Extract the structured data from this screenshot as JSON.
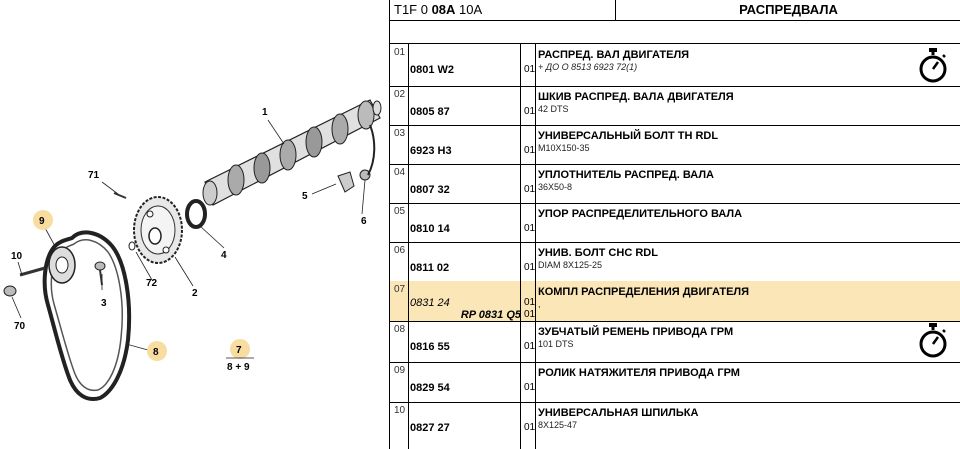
{
  "header": {
    "code_pre": "T1F 0 ",
    "code_bold": "08A",
    "code_post": " 10A",
    "title": "РАСПРЕДВАЛА"
  },
  "rows": [
    {
      "idx": "01",
      "ref": "0801 W2",
      "qty": "01",
      "name": "РАСПРЕД. ВАЛ ДВИГАТЕЛЯ",
      "desc": "+ ДО О 8513 6923 72(1)",
      "icon": "stopwatch-icon"
    },
    {
      "idx": "02",
      "ref": "0805 87",
      "qty": "01",
      "name": "ШКИВ РАСПРЕД. ВАЛА ДВИГАТЕЛЯ",
      "desc": "42 DTS"
    },
    {
      "idx": "03",
      "ref": "6923 H3",
      "qty": "01",
      "name": "УНИВЕРСАЛЬНЫЙ БОЛТ ТН RDL",
      "desc": "M10X150-35"
    },
    {
      "idx": "04",
      "ref": "0807 32",
      "qty": "01",
      "name": "УПЛОТНИТЕЛЬ РАСПРЕД. ВАЛА",
      "desc": "36X50-8"
    },
    {
      "idx": "05",
      "ref": "0810 14",
      "qty": "01",
      "name": "УПОР РАСПРЕДЕЛИТЕЛЬНОГО ВАЛА",
      "desc": ""
    },
    {
      "idx": "06",
      "ref": "0811 02",
      "qty": "01",
      "name": "УНИВ. БОЛТ СНС RDL",
      "desc": "DIAM 8X125-25"
    },
    {
      "idx": "07",
      "ref": "0831 24",
      "ref2": "RP 0831 Q5",
      "qty": "01",
      "qty2": "01",
      "name": "КОМПЛ РАСПРЕДЕЛЕНИЯ ДВИГАТЕЛЯ",
      "desc": ",",
      "highlight": true
    },
    {
      "idx": "08",
      "ref": "0816 55",
      "qty": "01",
      "name": "ЗУБЧАТЫЙ РЕМЕНЬ ПРИВОДА ГРМ",
      "desc": "101 DTS",
      "icon": "stopwatch-icon"
    },
    {
      "idx": "09",
      "ref": "0829 54",
      "qty": "01",
      "name": "РОЛИК НАТЯЖИТЕЛЯ ПРИВОДА ГРМ",
      "desc": ""
    },
    {
      "idx": "10",
      "ref": "0827 27",
      "qty": "01",
      "name": "УНИВЕРСАЛЬНАЯ ШПИЛЬКА",
      "desc": "8X125-47"
    }
  ],
  "diagram": {
    "labels": [
      "1",
      "2",
      "3",
      "4",
      "5",
      "6",
      "70",
      "71",
      "72",
      "10"
    ],
    "hl_labels": [
      "9",
      "8",
      "7"
    ],
    "kit": "8 + 9",
    "accent": "#f9dca0"
  }
}
